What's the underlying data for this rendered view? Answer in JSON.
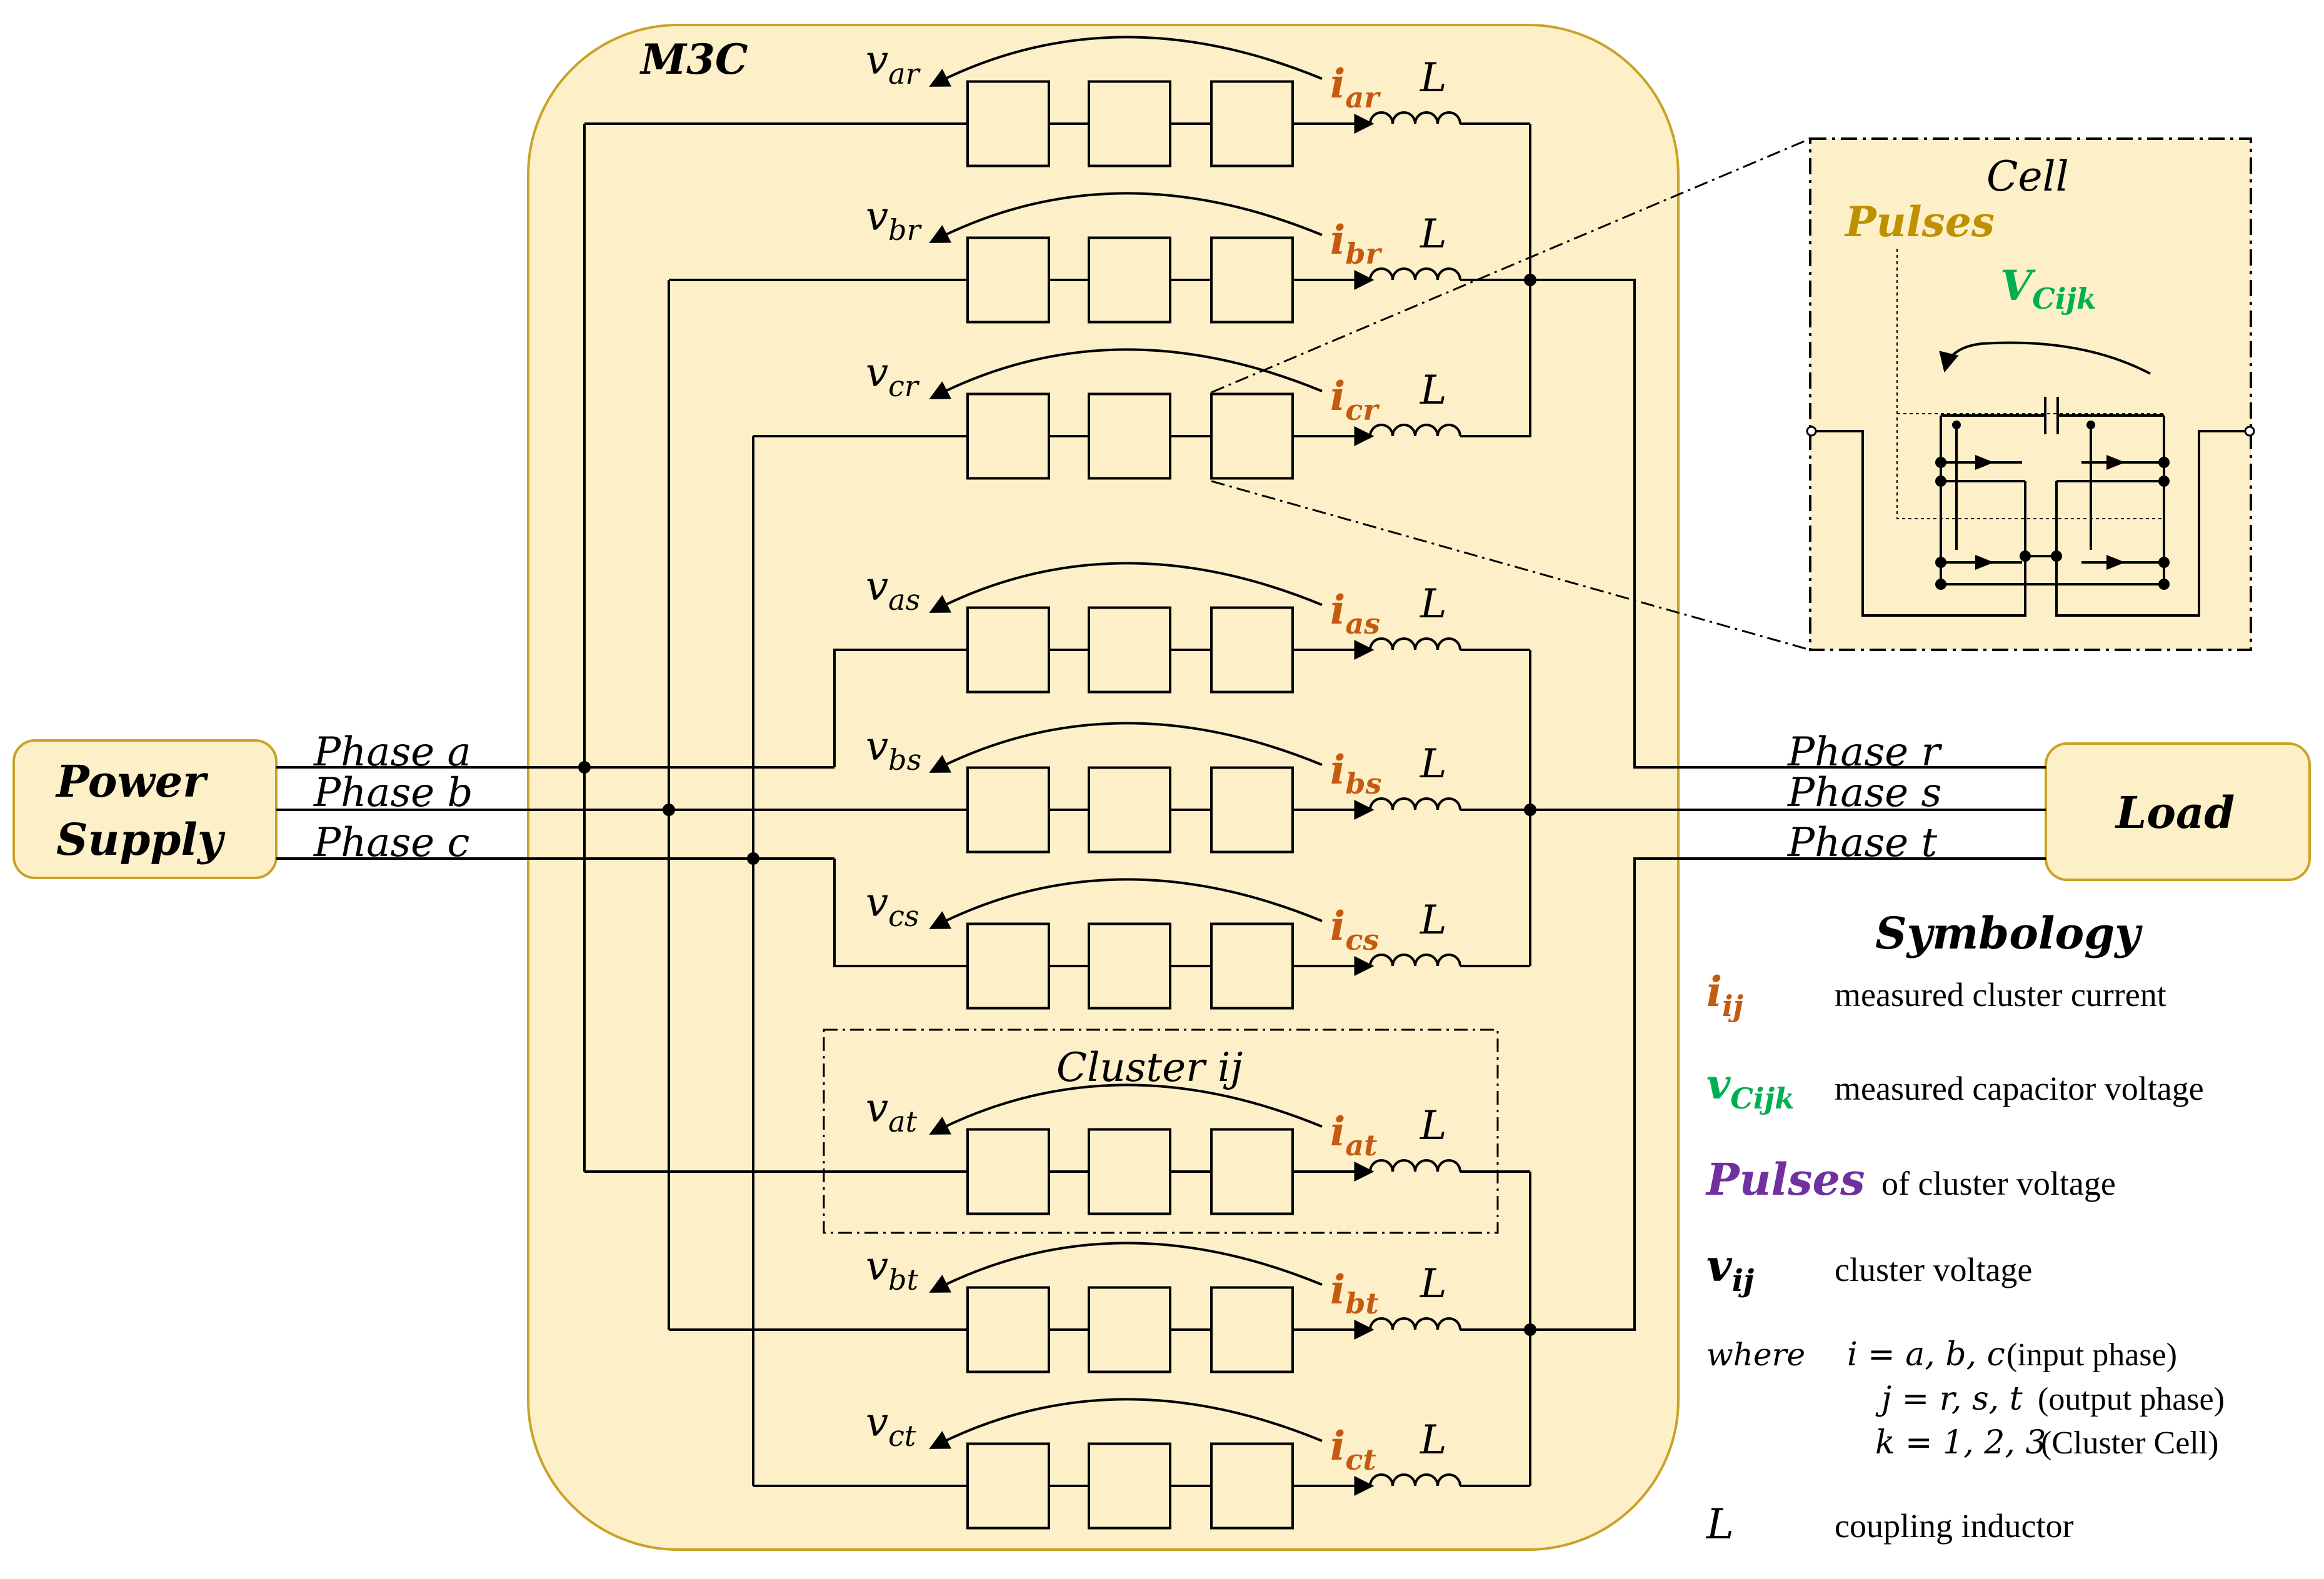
{
  "colors": {
    "panel_fill": "#fdf0c8",
    "panel_stroke": "#c9a227",
    "current": "#c55a11",
    "capacitor": "#00b050",
    "pulses_cell": "#bf9000",
    "pulses_legend": "#7030a0"
  },
  "m3c_label": "M3C",
  "power_supply": {
    "line1": "Power",
    "line2": "Supply"
  },
  "load_label": "Load",
  "input_phases": [
    "Phase a",
    "Phase b",
    "Phase c"
  ],
  "output_phases": [
    "Phase r",
    "Phase s",
    "Phase t"
  ],
  "clusters": [
    {
      "v_main": "v",
      "v_sub": "ar",
      "i_main": "i",
      "i_sub": "ar",
      "ind": "L"
    },
    {
      "v_main": "v",
      "v_sub": "br",
      "i_main": "i",
      "i_sub": "br",
      "ind": "L"
    },
    {
      "v_main": "v",
      "v_sub": "cr",
      "i_main": "i",
      "i_sub": "cr",
      "ind": "L"
    },
    {
      "v_main": "v",
      "v_sub": "as",
      "i_main": "i",
      "i_sub": "as",
      "ind": "L"
    },
    {
      "v_main": "v",
      "v_sub": "bs",
      "i_main": "i",
      "i_sub": "bs",
      "ind": "L"
    },
    {
      "v_main": "v",
      "v_sub": "cs",
      "i_main": "i",
      "i_sub": "cs",
      "ind": "L"
    },
    {
      "v_main": "v",
      "v_sub": "at",
      "i_main": "i",
      "i_sub": "at",
      "ind": "L"
    },
    {
      "v_main": "v",
      "v_sub": "bt",
      "i_main": "i",
      "i_sub": "bt",
      "ind": "L"
    },
    {
      "v_main": "v",
      "v_sub": "ct",
      "i_main": "i",
      "i_sub": "ct",
      "ind": "L"
    }
  ],
  "cluster_ij_label": "Cluster ij",
  "cell_detail": {
    "title": "Cell",
    "pulses": "Pulses",
    "vc_main": "V",
    "vc_sub": "Cijk"
  },
  "symbology": {
    "title": "Symbology",
    "i_sym": "i",
    "i_sub": "ij",
    "i_desc": "measured cluster current",
    "v_sym": "v",
    "v_sub": "Cijk",
    "v_desc": "measured capacitor voltage",
    "p_sym": "Pulses",
    "p_desc": "of cluster voltage",
    "vij_sym": "v",
    "vij_sub": "ij",
    "vij_desc": "cluster voltage",
    "where": "where",
    "w1_a": "i = a, b, c",
    "w1_b": "(input phase)",
    "w2_a": "j = r, s, t",
    "w2_b": "(output phase)",
    "w3_a": "k = 1, 2, 3",
    "w3_b": "(Cluster Cell)",
    "l_sym": "L",
    "l_desc": "coupling inductor"
  }
}
